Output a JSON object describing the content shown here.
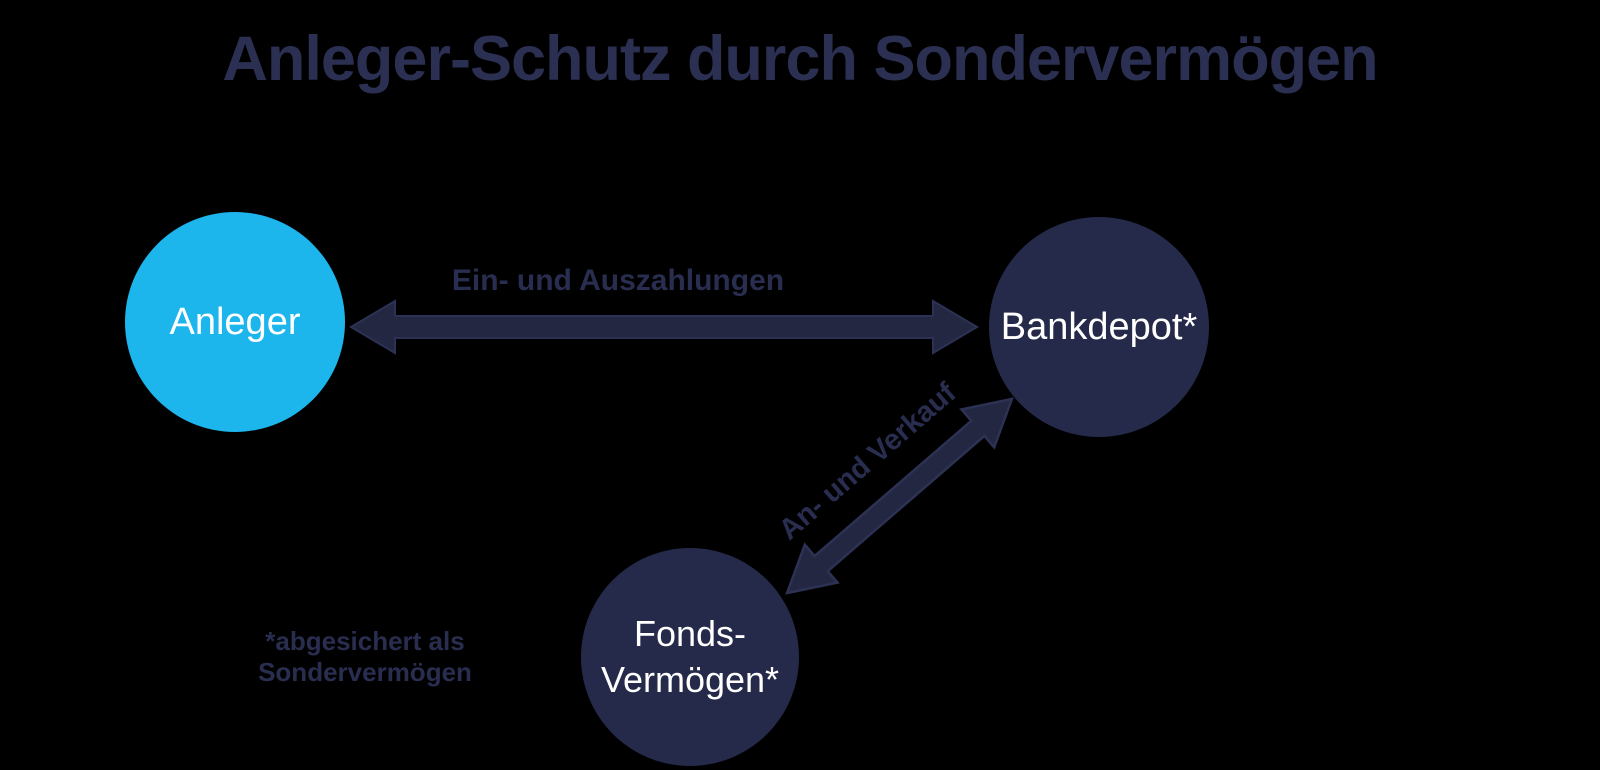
{
  "title": "Anleger-Schutz durch Sondervermögen",
  "diagram": {
    "type": "node-link",
    "nodes": {
      "anleger": {
        "label": "Anleger",
        "fill": "#1CB5EC",
        "text_color": "#FFFFFF",
        "shape": "circle"
      },
      "bankdepot": {
        "label": "Bankdepot*",
        "fill": "#252A4A",
        "text_color": "#FFFFFF",
        "shape": "circle"
      },
      "fonds": {
        "label_line1": "Fonds-",
        "label_line2": "Vermögen*",
        "fill": "#252A4A",
        "text_color": "#FFFFFF",
        "shape": "circle"
      }
    },
    "edges": {
      "ein_und_auszahlungen": {
        "label": "Ein- und Auszahlungen",
        "from": "anleger",
        "to": "bankdepot",
        "direction": "bidirectional"
      },
      "an_und_verkauf": {
        "label": "An- und Verkauf",
        "from": "fonds",
        "to": "bankdepot",
        "direction": "bidirectional"
      }
    }
  },
  "footnote": {
    "line1": "*abgesichert als",
    "line2": "Sondervermögen"
  },
  "colors": {
    "background": "#000000",
    "navy": "#252A4A",
    "cyan": "#1CB5EC",
    "text_navy": "#292E50",
    "title_navy": "#2B2F52",
    "arrow_fill": "#232742",
    "arrow_outline": "#2D3254",
    "node_text": "#FFFFFF"
  }
}
